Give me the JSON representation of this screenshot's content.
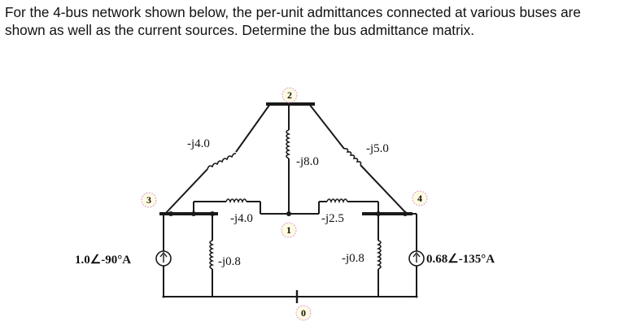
{
  "question": {
    "line1": "For the 4-bus network shown below, the per-unit admittances connected at various buses are",
    "line2": "shown as well as the current sources. Determine the bus admittance matrix."
  },
  "buses": {
    "b0": "0",
    "b1": "1",
    "b2": "2",
    "b3": "3",
    "b4": "4"
  },
  "admittances": {
    "y32": "-j4.0",
    "y12": "-j8.0",
    "y24": "-j5.0",
    "y31": "-j4.0",
    "y14": "-j2.5",
    "y30": "-j0.8",
    "y40": "-j0.8"
  },
  "sources": {
    "i3": "1.0∠-90°A",
    "i4": "0.68∠-135°A"
  }
}
